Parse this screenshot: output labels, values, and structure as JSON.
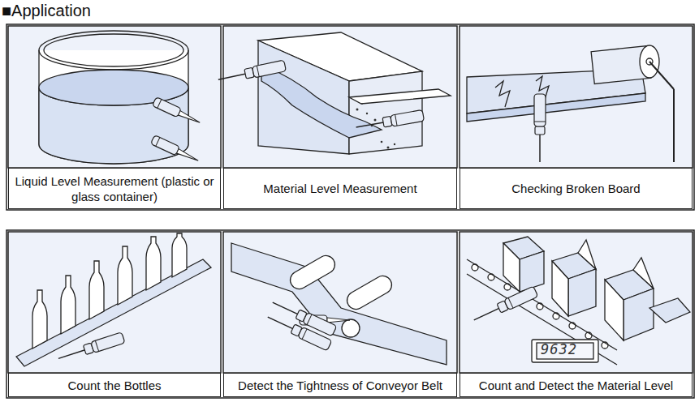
{
  "diagram": {
    "title": "■Application",
    "nodes": [
      {
        "text": [
          "Liquid Level Measurement (plastic or glass container)"
        ]
      },
      {
        "text": [
          "Material Level Measurement"
        ]
      },
      {
        "text": [
          "Checking Broken Board"
        ]
      },
      {
        "text": [
          "Count the Bottles"
        ]
      },
      {
        "text": [
          "Detect the Tightness of Conveyor Belt"
        ]
      },
      {
        "text": [
          "Count and Detect the Material Level"
        ]
      }
    ],
    "labels": [
      "9632"
    ]
  }
}
